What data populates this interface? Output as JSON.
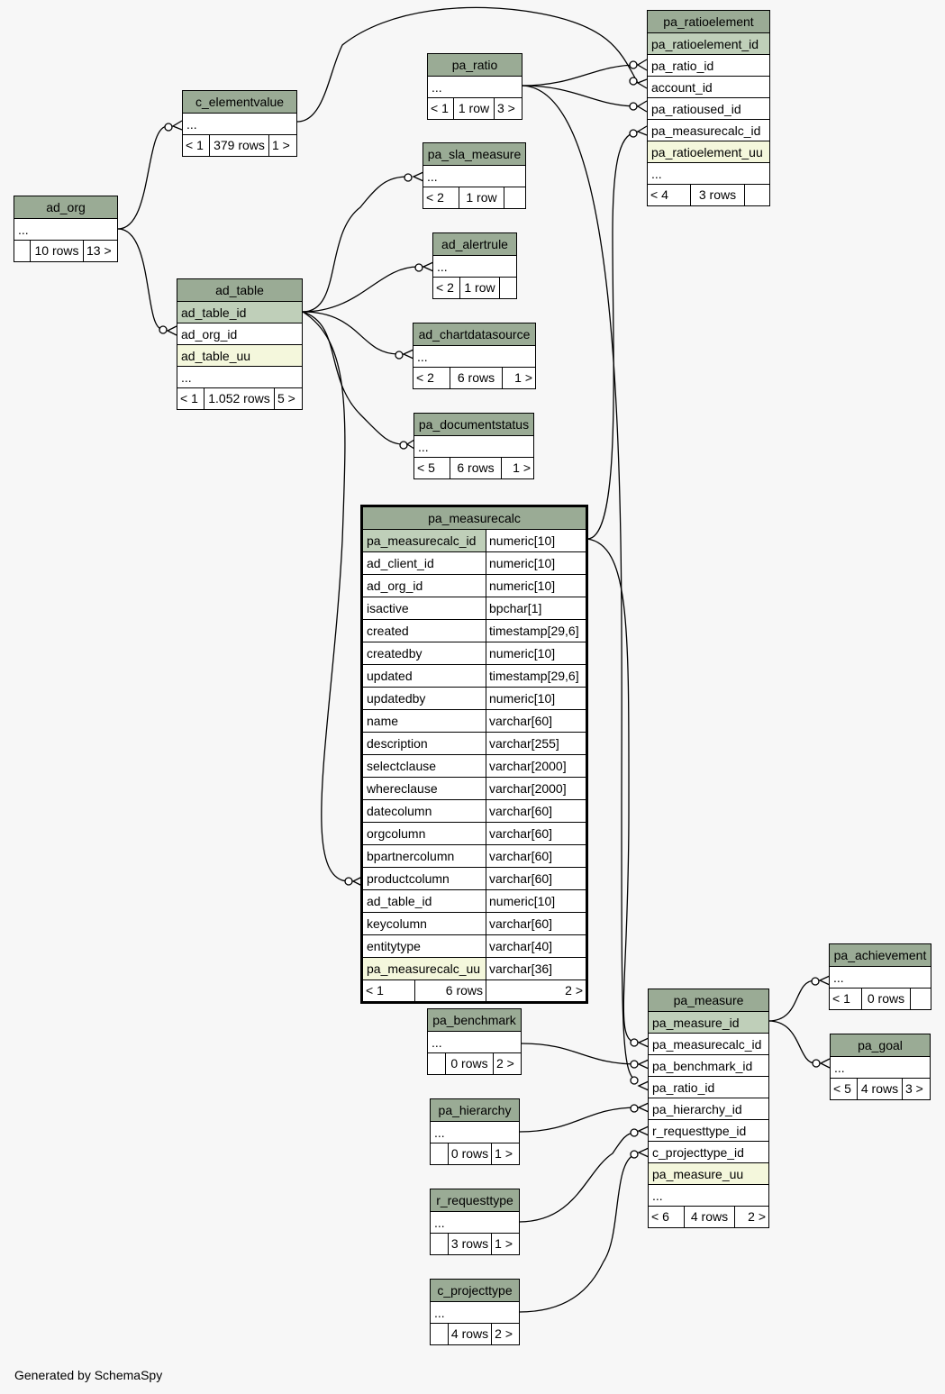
{
  "footer": "Generated by SchemaSpy",
  "colors": {
    "header": "#9aab95",
    "primary_key": "#bfcfb9",
    "unique": "#f4f7dc",
    "focus_border": "#000000"
  },
  "tables": {
    "pa_ratioelement": {
      "title": "pa_ratioelement",
      "rows": [
        "pa_ratioelement_id",
        "pa_ratio_id",
        "account_id",
        "pa_ratioused_id",
        "pa_measurecalc_id",
        "pa_ratioelement_uu",
        "..."
      ],
      "footer": [
        "< 4",
        "3 rows",
        ""
      ]
    },
    "pa_ratio": {
      "title": "pa_ratio",
      "rows": [
        "..."
      ],
      "footer": [
        "< 1",
        "1 row",
        "3 >"
      ]
    },
    "c_elementvalue": {
      "title": "c_elementvalue",
      "rows": [
        "..."
      ],
      "footer": [
        "< 1",
        "379 rows",
        "1 >"
      ]
    },
    "pa_sla_measure": {
      "title": "pa_sla_measure",
      "rows": [
        "..."
      ],
      "footer": [
        "< 2",
        "1 row",
        ""
      ]
    },
    "ad_org": {
      "title": "ad_org",
      "rows": [
        "..."
      ],
      "footer": [
        "",
        "10 rows",
        "13 >"
      ]
    },
    "ad_alertrule": {
      "title": "ad_alertrule",
      "rows": [
        "..."
      ],
      "footer": [
        "< 2",
        "1 row",
        ""
      ]
    },
    "ad_table": {
      "title": "ad_table",
      "rows": [
        "ad_table_id",
        "ad_org_id",
        "ad_table_uu",
        "..."
      ],
      "footer": [
        "< 1",
        "1.052 rows",
        "5 >"
      ]
    },
    "ad_chartdatasource": {
      "title": "ad_chartdatasource",
      "rows": [
        "..."
      ],
      "footer": [
        "< 2",
        "6 rows",
        "1 >"
      ]
    },
    "pa_documentstatus": {
      "title": "pa_documentstatus",
      "rows": [
        "..."
      ],
      "footer": [
        "< 5",
        "6 rows",
        "1 >"
      ]
    },
    "pa_measurecalc": {
      "title": "pa_measurecalc",
      "columns": [
        {
          "name": "pa_measurecalc_id",
          "type": "numeric[10]"
        },
        {
          "name": "ad_client_id",
          "type": "numeric[10]"
        },
        {
          "name": "ad_org_id",
          "type": "numeric[10]"
        },
        {
          "name": "isactive",
          "type": "bpchar[1]"
        },
        {
          "name": "created",
          "type": "timestamp[29,6]"
        },
        {
          "name": "createdby",
          "type": "numeric[10]"
        },
        {
          "name": "updated",
          "type": "timestamp[29,6]"
        },
        {
          "name": "updatedby",
          "type": "numeric[10]"
        },
        {
          "name": "name",
          "type": "varchar[60]"
        },
        {
          "name": "description",
          "type": "varchar[255]"
        },
        {
          "name": "selectclause",
          "type": "varchar[2000]"
        },
        {
          "name": "whereclause",
          "type": "varchar[2000]"
        },
        {
          "name": "datecolumn",
          "type": "varchar[60]"
        },
        {
          "name": "orgcolumn",
          "type": "varchar[60]"
        },
        {
          "name": "bpartnercolumn",
          "type": "varchar[60]"
        },
        {
          "name": "productcolumn",
          "type": "varchar[60]"
        },
        {
          "name": "ad_table_id",
          "type": "numeric[10]"
        },
        {
          "name": "keycolumn",
          "type": "varchar[60]"
        },
        {
          "name": "entitytype",
          "type": "varchar[40]"
        },
        {
          "name": "pa_measurecalc_uu",
          "type": "varchar[36]"
        }
      ],
      "footer": [
        "< 1",
        "6 rows",
        "2 >"
      ]
    },
    "pa_achievement": {
      "title": "pa_achievement",
      "rows": [
        "..."
      ],
      "footer": [
        "< 1",
        "0 rows",
        ""
      ]
    },
    "pa_measure": {
      "title": "pa_measure",
      "rows": [
        "pa_measure_id",
        "pa_measurecalc_id",
        "pa_benchmark_id",
        "pa_ratio_id",
        "pa_hierarchy_id",
        "r_requesttype_id",
        "c_projecttype_id",
        "pa_measure_uu",
        "..."
      ],
      "footer": [
        "< 6",
        "4 rows",
        "2 >"
      ]
    },
    "pa_benchmark": {
      "title": "pa_benchmark",
      "rows": [
        "..."
      ],
      "footer": [
        "",
        "0 rows",
        "2 >"
      ]
    },
    "pa_goal": {
      "title": "pa_goal",
      "rows": [
        "..."
      ],
      "footer": [
        "< 5",
        "4 rows",
        "3 >"
      ]
    },
    "pa_hierarchy": {
      "title": "pa_hierarchy",
      "rows": [
        "..."
      ],
      "footer": [
        "",
        "0 rows",
        "1 >"
      ]
    },
    "r_requesttype": {
      "title": "r_requesttype",
      "rows": [
        "..."
      ],
      "footer": [
        "",
        "3 rows",
        "1 >"
      ]
    },
    "c_projecttype": {
      "title": "c_projecttype",
      "rows": [
        "..."
      ],
      "footer": [
        "",
        "4 rows",
        "2 >"
      ]
    }
  }
}
